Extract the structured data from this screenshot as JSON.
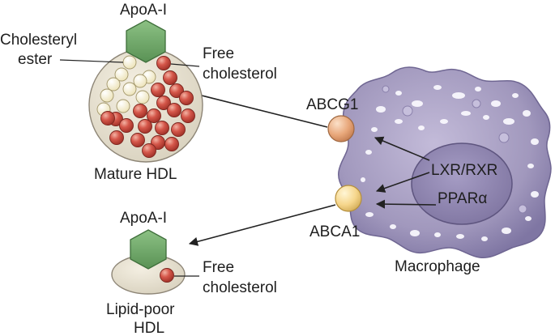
{
  "labels": {
    "apoa1_top": "ApoA-I",
    "cholesteryl_line1": "Cholesteryl",
    "cholesteryl_line2": "ester",
    "free_top_line1": "Free",
    "free_top_line2": "cholesterol",
    "mature_hdl": "Mature HDL",
    "abcg1": "ABCG1",
    "abca1": "ABCA1",
    "lxr_rxr": "LXR/RXR",
    "ppar": "PPARα",
    "macrophage": "Macrophage",
    "apoa1_bottom": "ApoA-I",
    "free_bottom_line1": "Free",
    "free_bottom_line2": "cholesterol",
    "lipid_poor_line1": "Lipid-poor",
    "lipid_poor_line2": "HDL"
  },
  "colors": {
    "apoa1_fill": "#6fa868",
    "cholesteryl_ester_fill": "#fbf6dd",
    "free_cholesterol_fill": "#d5574a",
    "hdl_fill": "#e2dccb",
    "macrophage_fill": "#aaa0c4",
    "nucleus_fill": "#8f85b0",
    "abcg1_fill": "#e8a77a",
    "abca1_fill": "#f6d68c"
  }
}
